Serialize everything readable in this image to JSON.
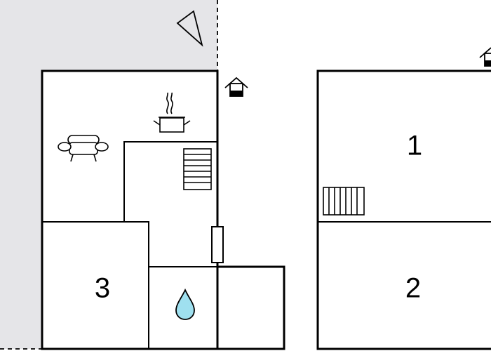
{
  "plan": {
    "rooms": [
      {
        "id": "room-3",
        "label": "3"
      },
      {
        "id": "room-1",
        "label": "1"
      },
      {
        "id": "room-2",
        "label": "2"
      }
    ],
    "icons": [
      {
        "name": "sofa-icon",
        "meaning": "living room"
      },
      {
        "name": "cooking-pot-icon",
        "meaning": "kitchen"
      },
      {
        "name": "water-drop-icon",
        "meaning": "bathroom"
      },
      {
        "name": "house-entrance-icon",
        "meaning": "entrance"
      },
      {
        "name": "stairs-icon",
        "meaning": "stairs"
      },
      {
        "name": "north-arrow-icon",
        "meaning": "orientation"
      }
    ],
    "colors": {
      "terrace": "#e5e5e8",
      "walls": "#000000",
      "water_drop": "#9fe0ef"
    }
  }
}
